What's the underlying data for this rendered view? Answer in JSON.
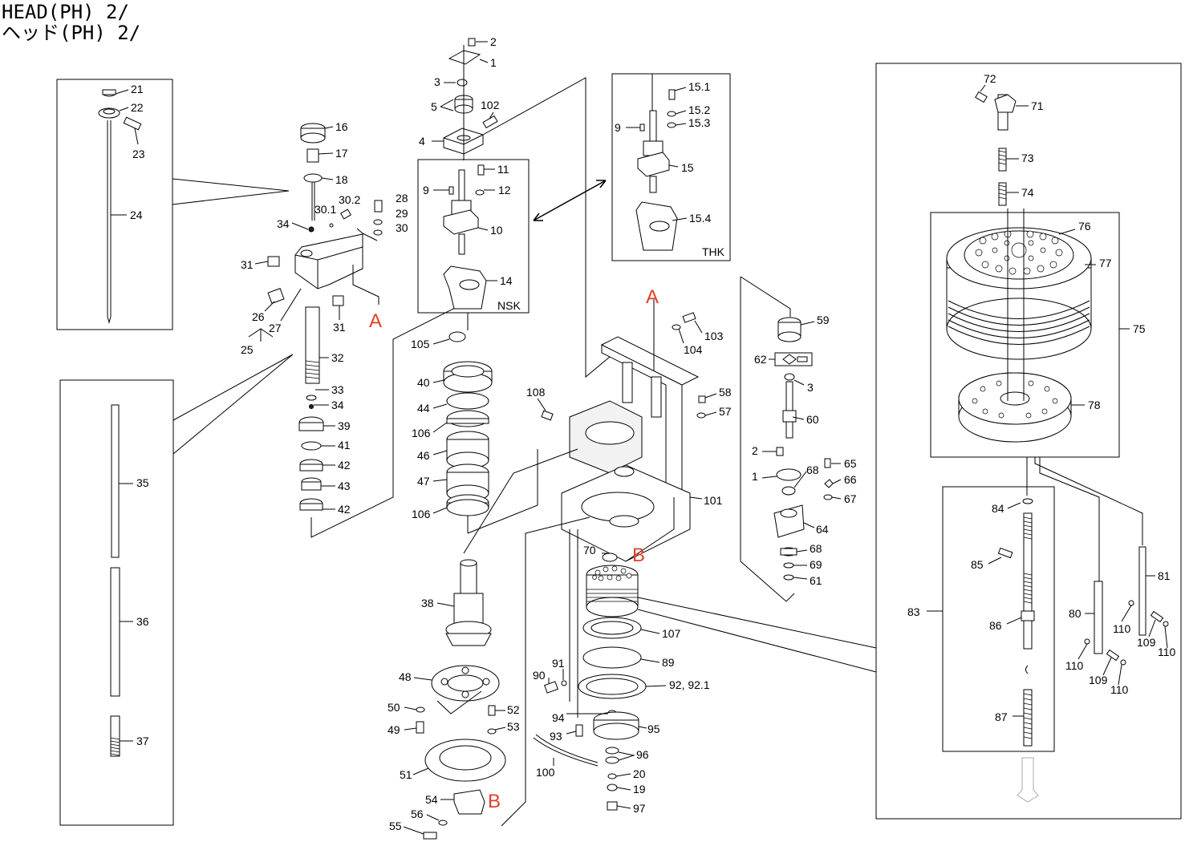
{
  "header": {
    "title_line1": "HEAD(PH) 2/",
    "title_line2": "ヘッド(PH) 2/"
  },
  "colors": {
    "accent_marker": "#e0402a",
    "line": "#000000"
  },
  "boxes": {
    "nsk": "NSK",
    "thk": "THK"
  },
  "markers": {
    "a": "A",
    "b": "B"
  },
  "labels": {
    "p1": "1",
    "p2": "2",
    "p3": "3",
    "p4": "4",
    "p5": "5",
    "p9": "9",
    "p10": "10",
    "p11": "11",
    "p12": "12",
    "p14": "14",
    "p15": "15",
    "p15_1": "15.1",
    "p15_2": "15.2",
    "p15_3": "15.3",
    "p15_4": "15.4",
    "p16": "16",
    "p17": "17",
    "p18": "18",
    "p21": "21",
    "p22": "22",
    "p23": "23",
    "p24": "24",
    "p25": "25",
    "p26": "26",
    "p27": "27",
    "p28": "28",
    "p29": "29",
    "p30": "30",
    "p30_1": "30.1",
    "p30_2": "30.2",
    "p31": "31",
    "p32": "32",
    "p33": "33",
    "p34": "34",
    "p35": "35",
    "p36": "36",
    "p37": "37",
    "p38": "38",
    "p39": "39",
    "p40": "40",
    "p41": "41",
    "p42": "42",
    "p43": "43",
    "p44": "44",
    "p46": "46",
    "p47": "47",
    "p48": "48",
    "p49": "49",
    "p50": "50",
    "p51": "51",
    "p52": "52",
    "p53": "53",
    "p54": "54",
    "p55": "55",
    "p56": "56",
    "p57": "57",
    "p58": "58",
    "p59": "59",
    "p60": "60",
    "p61": "61",
    "p62": "62",
    "p64": "64",
    "p65": "65",
    "p66": "66",
    "p67": "67",
    "p68": "68",
    "p69": "69",
    "p70": "70",
    "p71": "71",
    "p72": "72",
    "p73": "73",
    "p74": "74",
    "p75": "75",
    "p76": "76",
    "p77": "77",
    "p78": "78",
    "p80": "80",
    "p81": "81",
    "p83": "83",
    "p84": "84",
    "p85": "85",
    "p86": "86",
    "p87": "87",
    "p89": "89",
    "p90": "90",
    "p91": "91",
    "p92": "92, 92.1",
    "p93": "93",
    "p94": "94",
    "p95": "95",
    "p96": "96",
    "p97": "97",
    "p100": "100",
    "p101": "101",
    "p102": "102",
    "p103": "103",
    "p104": "104",
    "p105": "105",
    "p106": "106",
    "p107": "107",
    "p108": "108",
    "p109": "109",
    "p110": "110",
    "p19": "19",
    "p20": "20"
  }
}
